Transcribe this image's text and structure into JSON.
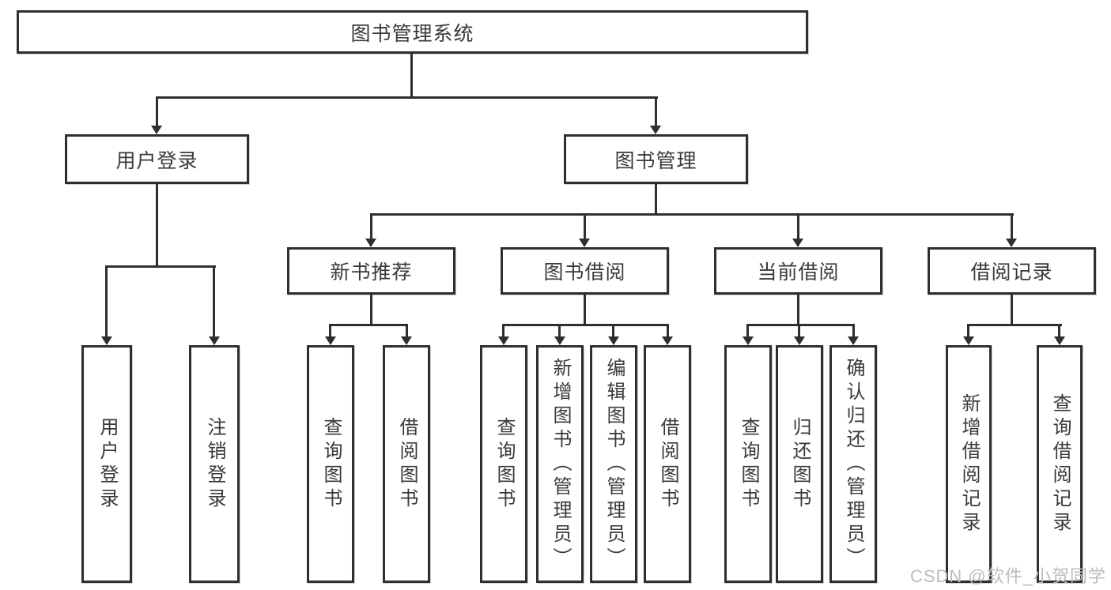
{
  "diagram": {
    "root": "图书管理系统",
    "branches": [
      {
        "label": "用户登录",
        "children": [
          "用户登录",
          "注销登录"
        ]
      },
      {
        "label": "图书管理",
        "children": [
          {
            "label": "新书推荐",
            "children": [
              "查询图书",
              "借阅图书"
            ]
          },
          {
            "label": "图书借阅",
            "children": [
              "查询图书",
              "新增图书（管理员）",
              "编辑图书（管理员）",
              "借阅图书"
            ]
          },
          {
            "label": "当前借阅",
            "children": [
              "查询图书",
              "归还图书",
              "确认归还（管理员）"
            ]
          },
          {
            "label": "借阅记录",
            "children": [
              "新增借阅记录",
              "查询借阅记录"
            ]
          }
        ]
      }
    ]
  },
  "watermark": {
    "text": "CSDN @软件_小贺同学"
  },
  "colors": {
    "line": "#2f2f2f",
    "text": "#3a3a3a",
    "background": "#ffffff",
    "watermark": "#bcbcbc"
  }
}
